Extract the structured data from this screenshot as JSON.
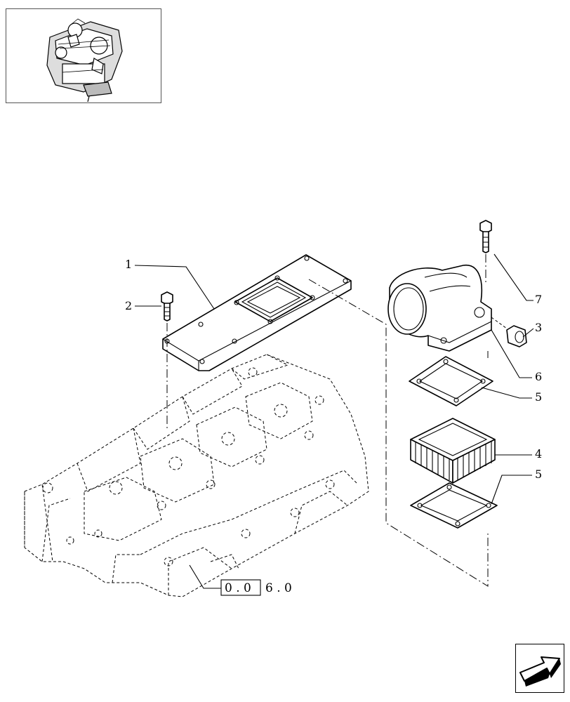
{
  "thumbnail": {
    "icon": "engine-thumbnail-icon"
  },
  "callouts": {
    "c1": "1",
    "c2": "2",
    "c3": "3",
    "c4": "4",
    "c5a": "5",
    "c5b": "5",
    "c6": "6",
    "c7": "7"
  },
  "reference": {
    "boxed": "0 . 0",
    "rest": "6 . 0"
  },
  "nav": {
    "icon": "next-page-arrow-icon"
  }
}
